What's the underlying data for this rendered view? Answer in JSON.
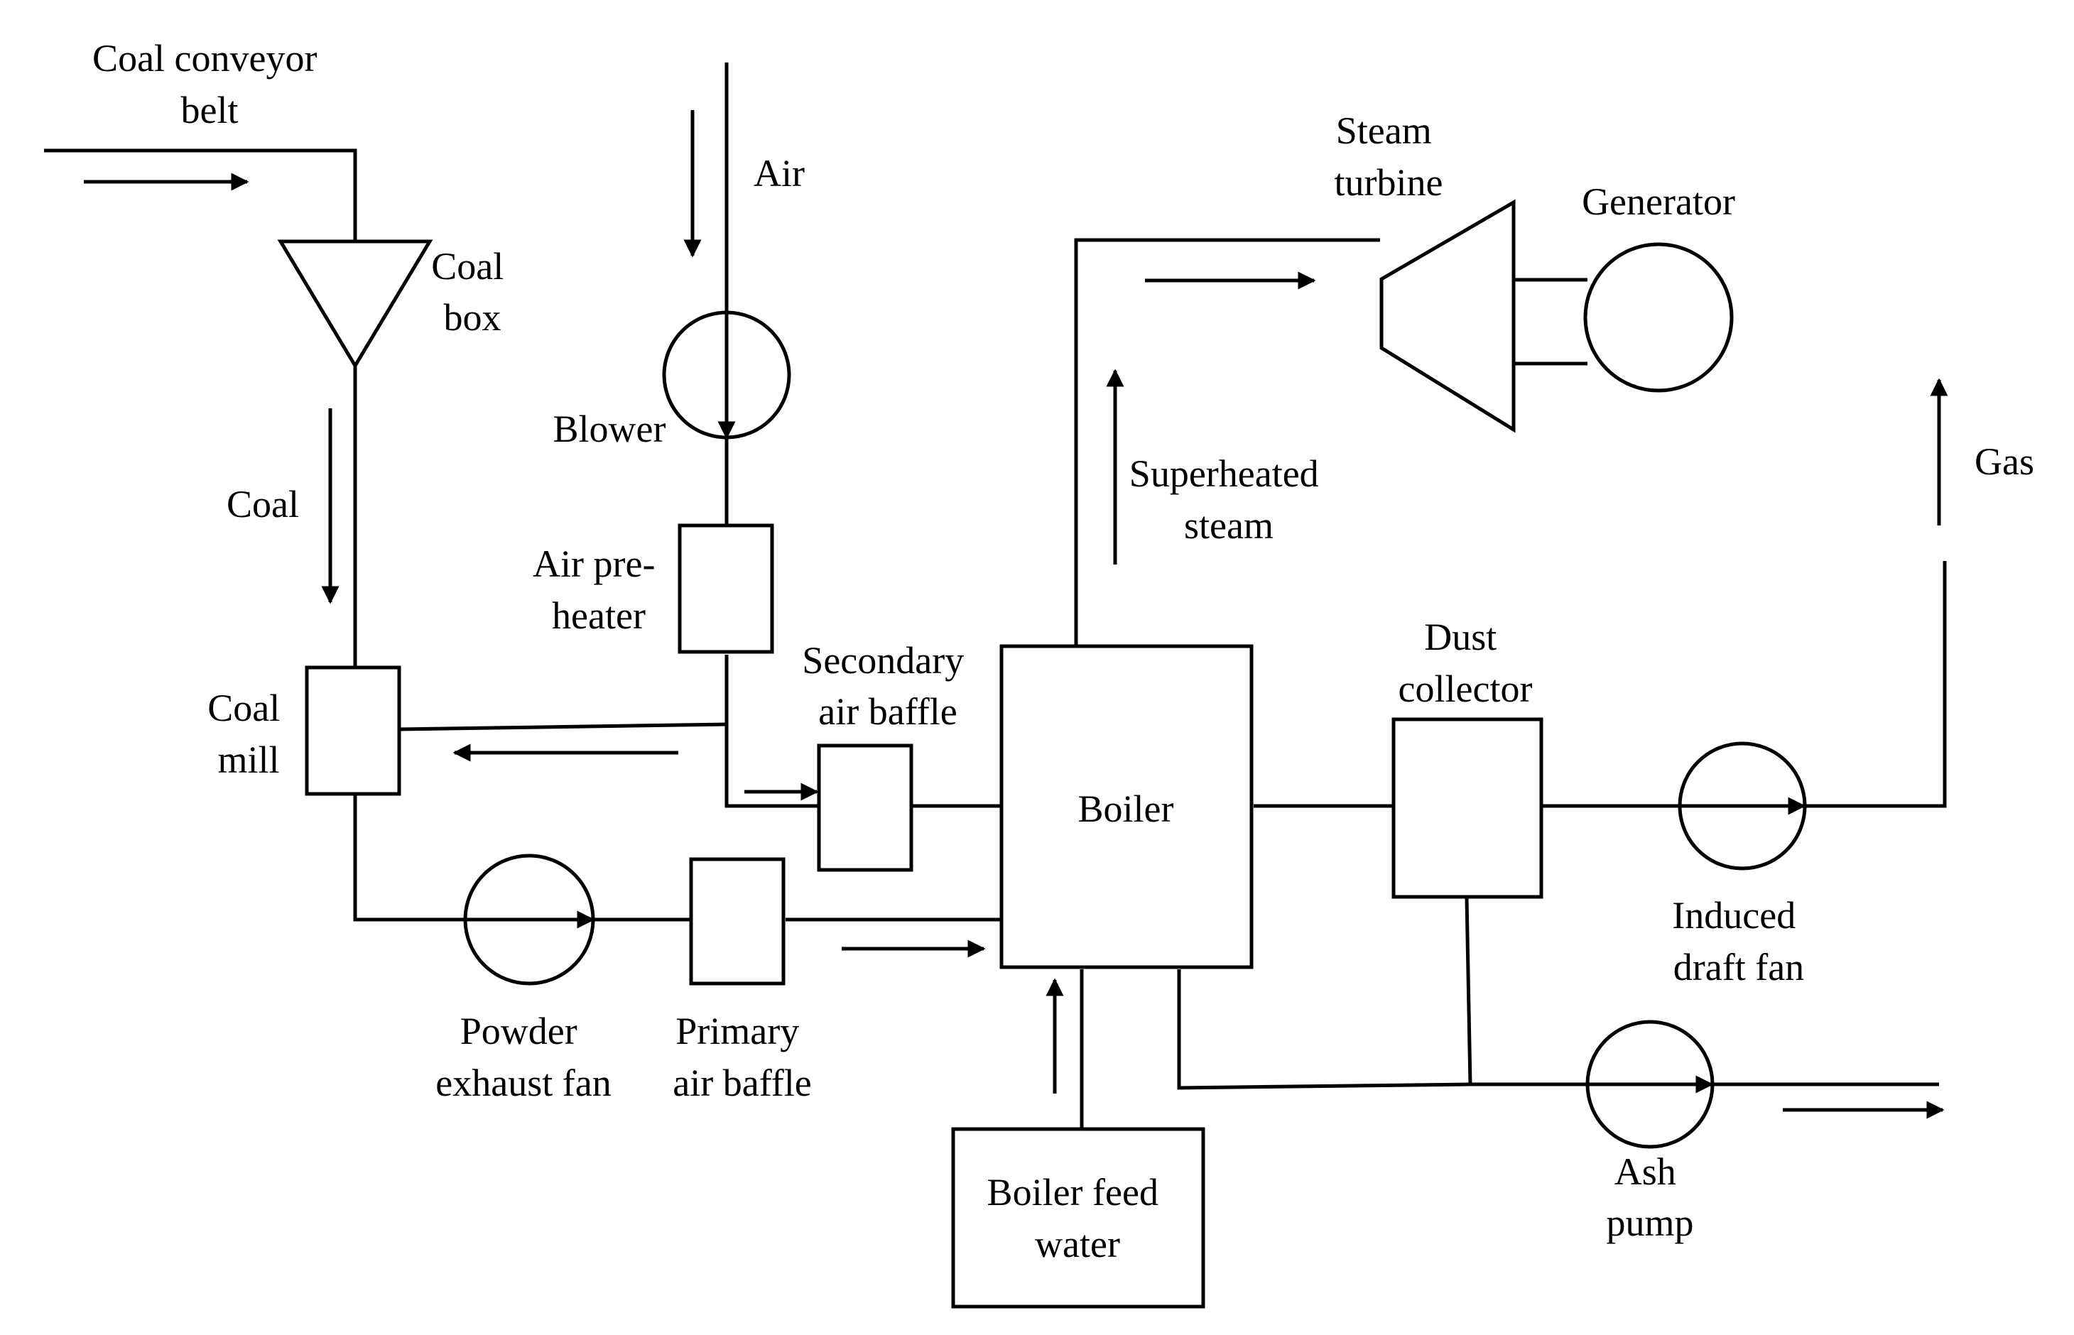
{
  "labels": {
    "coal_conveyor_belt": [
      "Coal conveyor",
      "belt"
    ],
    "coal_box": [
      "Coal",
      "box"
    ],
    "coal": "Coal",
    "coal_mill": [
      "Coal",
      "mill"
    ],
    "air": "Air",
    "blower": "Blower",
    "air_preheater": [
      "Air pre-",
      "heater"
    ],
    "secondary_air_baffle": [
      "Secondary",
      "air baffle"
    ],
    "boiler": "Boiler",
    "powder_exhaust_fan": [
      "Powder",
      "exhaust fan"
    ],
    "primary_air_baffle": [
      "Primary",
      "air baffle"
    ],
    "boiler_feed_water": [
      "Boiler feed",
      "water"
    ],
    "steam_turbine": [
      "Steam",
      "turbine"
    ],
    "generator": "Generator",
    "superheated_steam": [
      "Superheated",
      "steam"
    ],
    "gas": "Gas",
    "dust_collector": [
      "Dust",
      "collector"
    ],
    "induced_draft_fan": [
      "Induced",
      "draft fan"
    ],
    "ash_pump": [
      "Ash",
      "pump"
    ]
  }
}
